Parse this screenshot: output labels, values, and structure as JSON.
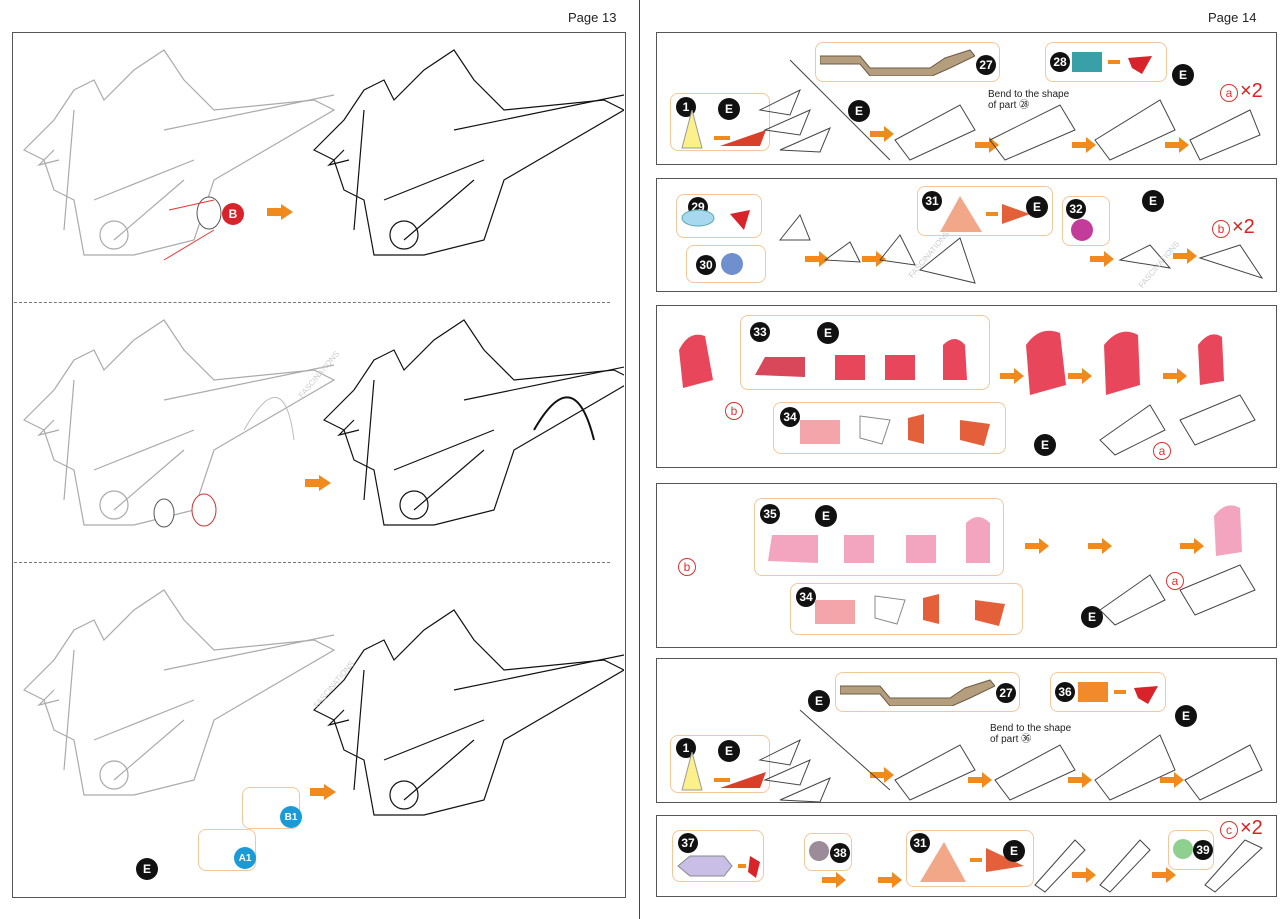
{
  "left_page": {
    "label": "Page 13",
    "panels": [
      {
        "labels": [
          "B"
        ]
      },
      {
        "labels": []
      },
      {
        "labels": [
          "B1",
          "A1",
          "E"
        ]
      }
    ]
  },
  "right_page": {
    "label": "Page 14",
    "rows": [
      {
        "steps": [
          "1",
          "27",
          "28"
        ],
        "labels": [
          "E",
          "E",
          "E"
        ],
        "note": "Bend to the shape of part ㉘",
        "ring": "a",
        "times": "×2"
      },
      {
        "steps": [
          "29",
          "30",
          "31",
          "32"
        ],
        "labels": [
          "E",
          "E"
        ],
        "ring": "b",
        "times": "×2"
      },
      {
        "steps": [
          "33",
          "34"
        ],
        "labels": [
          "E",
          "E"
        ],
        "rings": [
          "b",
          "a"
        ]
      },
      {
        "steps": [
          "35",
          "34"
        ],
        "labels": [
          "E",
          "E"
        ],
        "rings": [
          "b",
          "a"
        ]
      },
      {
        "steps": [
          "1",
          "27",
          "36"
        ],
        "labels": [
          "E",
          "E",
          "E"
        ],
        "note": "Bend to the shape of part ㊱"
      },
      {
        "steps": [
          "37",
          "38",
          "31",
          "39"
        ],
        "labels": [
          "E"
        ],
        "ring": "c",
        "times": "×2"
      }
    ]
  },
  "watermark": "FASCINATIONS",
  "colors": {
    "arrow": "#f08a1c",
    "frame": "#555555",
    "callout": "#f3c79a",
    "red": "#d8232a",
    "blue": "#1a9ad6"
  }
}
